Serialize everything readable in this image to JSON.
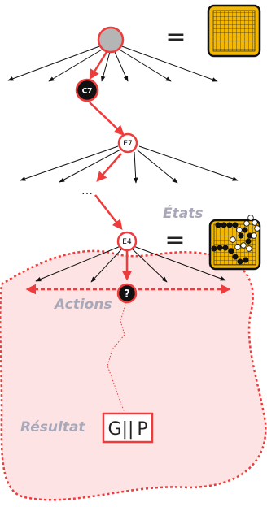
{
  "nodes": {
    "root": {
      "label": ""
    },
    "c7": {
      "label": "C7"
    },
    "e7": {
      "label": "E7"
    },
    "e4": {
      "label": "E4"
    },
    "unknown": {
      "label": "?"
    }
  },
  "ellipsis": "…",
  "equals_sign": "=",
  "labels": {
    "etats": "États",
    "actions": "Actions",
    "resultat": "Résultat"
  },
  "result_box": {
    "left": "G",
    "separator": "||",
    "right": "P"
  },
  "colors": {
    "accent_red": "#ee3b3b",
    "region_fill": "#fde3e3",
    "board_fill": "#f5b800",
    "node_gray": "#b5b5b5",
    "label_gray": "#a8a8b8"
  }
}
